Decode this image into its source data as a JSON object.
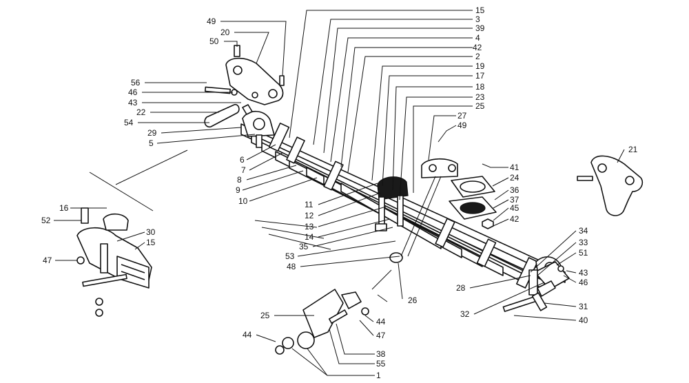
{
  "callouts": [
    {
      "id": "c15a",
      "label": "15"
    },
    {
      "id": "c3",
      "label": "3"
    },
    {
      "id": "c39",
      "label": "39"
    },
    {
      "id": "c4",
      "label": "4"
    },
    {
      "id": "c42a",
      "label": "42"
    },
    {
      "id": "c2",
      "label": "2"
    },
    {
      "id": "c19",
      "label": "19"
    },
    {
      "id": "c17",
      "label": "17"
    },
    {
      "id": "c18",
      "label": "18"
    },
    {
      "id": "c23",
      "label": "23"
    },
    {
      "id": "c25a",
      "label": "25"
    },
    {
      "id": "c27",
      "label": "27"
    },
    {
      "id": "c49b",
      "label": "49"
    },
    {
      "id": "c41",
      "label": "41"
    },
    {
      "id": "c24",
      "label": "24"
    },
    {
      "id": "c36",
      "label": "36"
    },
    {
      "id": "c37",
      "label": "37"
    },
    {
      "id": "c45",
      "label": "45"
    },
    {
      "id": "c42b",
      "label": "42"
    },
    {
      "id": "c21",
      "label": "21"
    },
    {
      "id": "c49a",
      "label": "49"
    },
    {
      "id": "c20",
      "label": "20"
    },
    {
      "id": "c50",
      "label": "50"
    },
    {
      "id": "c56",
      "label": "56"
    },
    {
      "id": "c46a",
      "label": "46"
    },
    {
      "id": "c43a",
      "label": "43"
    },
    {
      "id": "c22",
      "label": "22"
    },
    {
      "id": "c54",
      "label": "54"
    },
    {
      "id": "c29",
      "label": "29"
    },
    {
      "id": "c5",
      "label": "5"
    },
    {
      "id": "c6",
      "label": "6"
    },
    {
      "id": "c7",
      "label": "7"
    },
    {
      "id": "c8",
      "label": "8"
    },
    {
      "id": "c9",
      "label": "9"
    },
    {
      "id": "c10",
      "label": "10"
    },
    {
      "id": "c11",
      "label": "11"
    },
    {
      "id": "c12",
      "label": "12"
    },
    {
      "id": "c13",
      "label": "13"
    },
    {
      "id": "c14",
      "label": "14"
    },
    {
      "id": "c35",
      "label": "35"
    },
    {
      "id": "c53",
      "label": "53"
    },
    {
      "id": "c48",
      "label": "48"
    },
    {
      "id": "c16",
      "label": "16"
    },
    {
      "id": "c52",
      "label": "52"
    },
    {
      "id": "c30",
      "label": "30"
    },
    {
      "id": "c15b",
      "label": "15"
    },
    {
      "id": "c47a",
      "label": "47"
    },
    {
      "id": "c34",
      "label": "34"
    },
    {
      "id": "c33",
      "label": "33"
    },
    {
      "id": "c51",
      "label": "51"
    },
    {
      "id": "c43b",
      "label": "43"
    },
    {
      "id": "c46b",
      "label": "46"
    },
    {
      "id": "c28",
      "label": "28"
    },
    {
      "id": "c32",
      "label": "32"
    },
    {
      "id": "c31",
      "label": "31"
    },
    {
      "id": "c40",
      "label": "40"
    },
    {
      "id": "c26",
      "label": "26"
    },
    {
      "id": "c25b",
      "label": "25"
    },
    {
      "id": "c44a",
      "label": "44"
    },
    {
      "id": "c47b",
      "label": "47"
    },
    {
      "id": "c44b",
      "label": "44"
    },
    {
      "id": "c38",
      "label": "38"
    },
    {
      "id": "c55",
      "label": "55"
    },
    {
      "id": "c1",
      "label": "1"
    }
  ]
}
